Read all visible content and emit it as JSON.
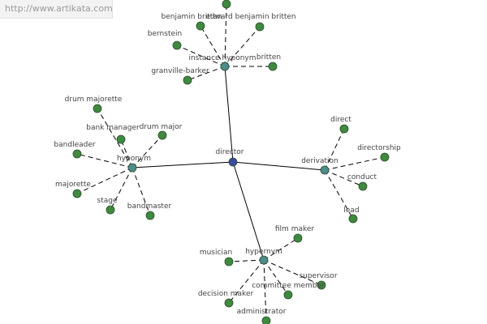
{
  "site_url": "http://www.artikata.com",
  "colors": {
    "center": "#3b4a9a",
    "category": "#4d8c8c",
    "leaf": "#3f8a3f"
  },
  "graph": {
    "center": {
      "id": "director",
      "label": "director"
    },
    "categories": [
      {
        "id": "instance-hyponym",
        "label": "instance hyponym"
      },
      {
        "id": "hyponym",
        "label": "hyponym"
      },
      {
        "id": "derivation",
        "label": "derivation"
      },
      {
        "id": "hypernym",
        "label": "hypernym"
      }
    ],
    "leaves": [
      {
        "id": "top-leaf",
        "label": "",
        "parent": "instance-hyponym"
      },
      {
        "id": "benjamin-britten",
        "label": "benjamin britten",
        "parent": "instance-hyponym"
      },
      {
        "id": "edward-benjamin-britten",
        "label": "edward benjamin britten",
        "parent": "instance-hyponym"
      },
      {
        "id": "bernstein",
        "label": "bernstein",
        "parent": "instance-hyponym"
      },
      {
        "id": "britten",
        "label": "britten",
        "parent": "instance-hyponym"
      },
      {
        "id": "granville-barker",
        "label": "granville-barker",
        "parent": "instance-hyponym"
      },
      {
        "id": "drum-majorette",
        "label": "drum majorette",
        "parent": "hyponym"
      },
      {
        "id": "bank-manager",
        "label": "bank manager",
        "parent": "hyponym"
      },
      {
        "id": "drum-major",
        "label": "drum major",
        "parent": "hyponym"
      },
      {
        "id": "bandleader",
        "label": "bandleader",
        "parent": "hyponym"
      },
      {
        "id": "majorette",
        "label": "majorette",
        "parent": "hyponym"
      },
      {
        "id": "stage",
        "label": "stage",
        "parent": "hyponym"
      },
      {
        "id": "bandmaster",
        "label": "bandmaster",
        "parent": "hyponym"
      },
      {
        "id": "direct",
        "label": "direct",
        "parent": "derivation"
      },
      {
        "id": "directorship",
        "label": "directorship",
        "parent": "derivation"
      },
      {
        "id": "conduct",
        "label": "conduct",
        "parent": "derivation"
      },
      {
        "id": "lead",
        "label": "lead",
        "parent": "derivation"
      },
      {
        "id": "film-maker",
        "label": "film maker",
        "parent": "hypernym"
      },
      {
        "id": "musician",
        "label": "musician",
        "parent": "hypernym"
      },
      {
        "id": "supervisor",
        "label": "supervisor",
        "parent": "hypernym"
      },
      {
        "id": "committee-member",
        "label": "committee member",
        "parent": "hypernym"
      },
      {
        "id": "decision-maker",
        "label": "decision maker",
        "parent": "hypernym"
      },
      {
        "id": "administrator",
        "label": "administrator",
        "parent": "hypernym"
      }
    ]
  }
}
